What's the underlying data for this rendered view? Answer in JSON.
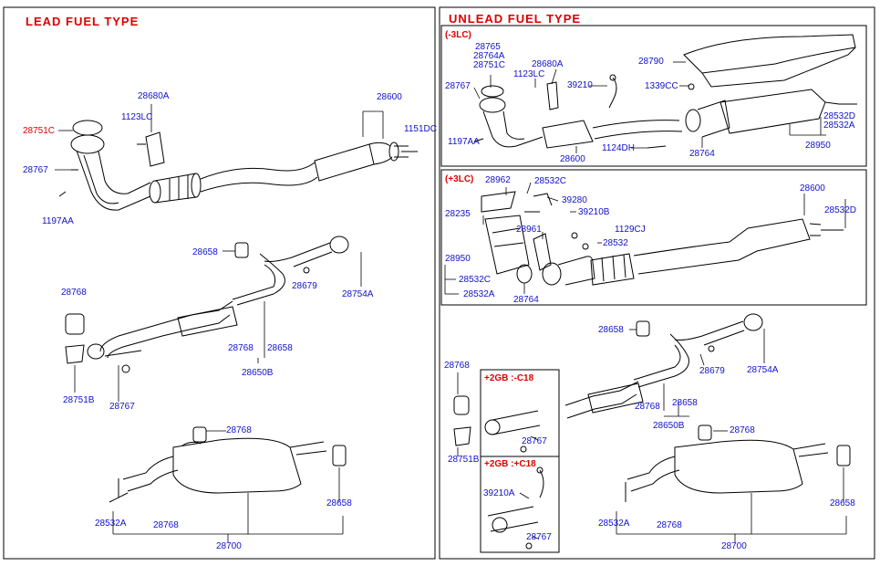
{
  "left_panel": {
    "title": "LEAD FUEL TYPE",
    "labels": [
      {
        "id": "l1",
        "text": "28680A"
      },
      {
        "id": "l2",
        "text": "28600"
      },
      {
        "id": "l3",
        "text": "1123LC"
      },
      {
        "id": "l4",
        "text": "28751C",
        "highlight": true
      },
      {
        "id": "l5",
        "text": "1151DC"
      },
      {
        "id": "l6",
        "text": "28767"
      },
      {
        "id": "l7",
        "text": "1197AA"
      },
      {
        "id": "l8",
        "text": "28658"
      },
      {
        "id": "l9",
        "text": "28679"
      },
      {
        "id": "l10",
        "text": "28754A"
      },
      {
        "id": "l11",
        "text": "28768"
      },
      {
        "id": "l12",
        "text": "28768"
      },
      {
        "id": "l13",
        "text": "28658"
      },
      {
        "id": "l14",
        "text": "28650B"
      },
      {
        "id": "l15",
        "text": "28751B"
      },
      {
        "id": "l16",
        "text": "28767"
      },
      {
        "id": "l17",
        "text": "28768"
      },
      {
        "id": "l18",
        "text": "28658"
      },
      {
        "id": "l19",
        "text": "28532A"
      },
      {
        "id": "l20",
        "text": "28768"
      },
      {
        "id": "l21",
        "text": "28700"
      }
    ]
  },
  "right_panel": {
    "title": "UNLEAD FUEL TYPE",
    "box_minus": {
      "subtitle": "(-3LC)",
      "labels": [
        {
          "id": "r1",
          "text": "28765"
        },
        {
          "id": "r2",
          "text": "28764A"
        },
        {
          "id": "r3",
          "text": "28751C"
        },
        {
          "id": "r4",
          "text": "28680A"
        },
        {
          "id": "r5",
          "text": "28790"
        },
        {
          "id": "r6",
          "text": "1123LC"
        },
        {
          "id": "r7",
          "text": "28767"
        },
        {
          "id": "r8",
          "text": "39210"
        },
        {
          "id": "r9",
          "text": "1339CC"
        },
        {
          "id": "r10",
          "text": "28532D"
        },
        {
          "id": "r11",
          "text": "28532A"
        },
        {
          "id": "r12",
          "text": "1197AA"
        },
        {
          "id": "r13",
          "text": "28600"
        },
        {
          "id": "r14",
          "text": "1124DH"
        },
        {
          "id": "r15",
          "text": "28764"
        },
        {
          "id": "r16",
          "text": "28950"
        }
      ]
    },
    "box_plus": {
      "subtitle": "(+3LC)",
      "labels": [
        {
          "id": "p1",
          "text": "28962"
        },
        {
          "id": "p2",
          "text": "28532C"
        },
        {
          "id": "p3",
          "text": "28600"
        },
        {
          "id": "p4",
          "text": "39280"
        },
        {
          "id": "p5",
          "text": "28235"
        },
        {
          "id": "p6",
          "text": "39210B"
        },
        {
          "id": "p7",
          "text": "28532D"
        },
        {
          "id": "p8",
          "text": "28961"
        },
        {
          "id": "p9",
          "text": "1129CJ"
        },
        {
          "id": "p10",
          "text": "28532"
        },
        {
          "id": "p11",
          "text": "28950"
        },
        {
          "id": "p12",
          "text": "28532C"
        },
        {
          "id": "p13",
          "text": "28532A"
        },
        {
          "id": "p14",
          "text": "28764"
        }
      ]
    },
    "lower_labels": [
      {
        "id": "q1",
        "text": "28658"
      },
      {
        "id": "q2",
        "text": "28679"
      },
      {
        "id": "q3",
        "text": "28754A"
      },
      {
        "id": "q4",
        "text": "28768"
      },
      {
        "id": "q5",
        "text": "28768"
      },
      {
        "id": "q6",
        "text": "28658"
      },
      {
        "id": "q7",
        "text": "28650B"
      },
      {
        "id": "q8",
        "text": "28767"
      },
      {
        "id": "q9",
        "text": "28751B"
      },
      {
        "id": "q10",
        "text": "39210A"
      },
      {
        "id": "q11",
        "text": "28767"
      },
      {
        "id": "q12",
        "text": "28768"
      },
      {
        "id": "q13",
        "text": "28658"
      },
      {
        "id": "q14",
        "text": "28532A"
      },
      {
        "id": "q15",
        "text": "28768"
      },
      {
        "id": "q16",
        "text": "28700"
      }
    ],
    "inset_top": {
      "subtitle": "+2GB :-C18"
    },
    "inset_bottom": {
      "subtitle": "+2GB :+C18"
    }
  },
  "colors": {
    "label": "#1111cc",
    "highlight": "#dd0000",
    "line": "#000000"
  }
}
